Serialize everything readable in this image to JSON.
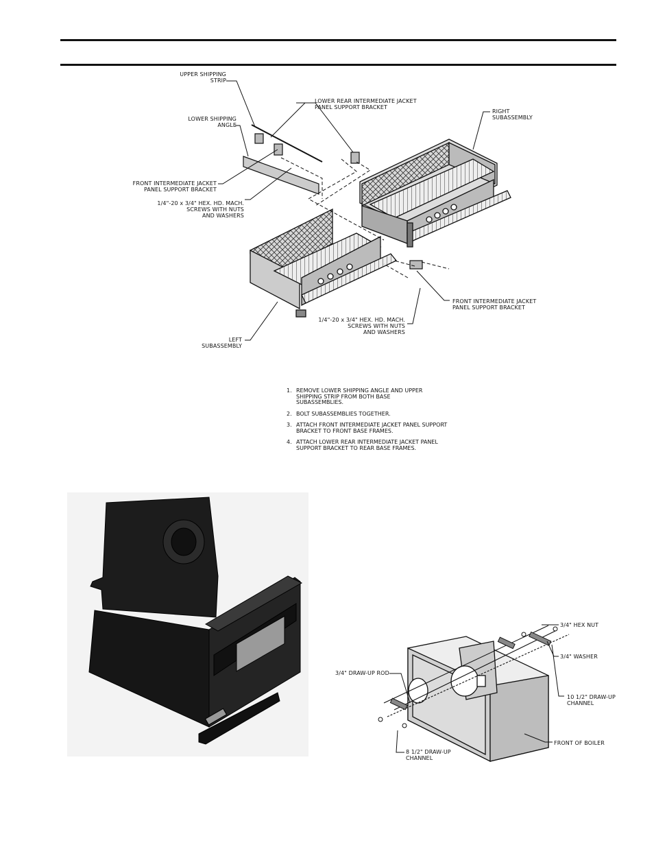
{
  "figure1": {
    "labels": {
      "upper_shipping_strip": "UPPER SHIPPING\nSTRIP",
      "lower_rear_bracket": "LOWER REAR INTERMEDIATE JACKET\nPANEL SUPPORT BRACKET",
      "right_subassembly": "RIGHT\nSUBASSEMBLY",
      "lower_shipping_angle": "LOWER SHIPPING\nANGLE",
      "front_bracket_top": "FRONT INTERMEDIATE JACKET\nPANEL SUPPORT BRACKET",
      "screws_top": "1/4\"-20 x 3/4\" HEX. HD. MACH.\nSCREWS WITH NUTS\nAND WASHERS",
      "front_bracket_bottom": "FRONT INTERMEDIATE JACKET\nPANEL SUPPORT BRACKET",
      "screws_bottom": "1/4\"-20 x 3/4\" HEX. HD. MACH.\nSCREWS WITH NUTS\nAND WASHERS",
      "left_subassembly": "LEFT\nSUBASSEMBLY"
    },
    "steps": [
      {
        "num": "1.",
        "text": "REMOVE LOWER SHIPPING ANGLE AND UPPER\nSHIPPING STRIP FROM BOTH BASE\nSUBASSEMBLIES."
      },
      {
        "num": "2.",
        "text": "BOLT SUBASSEMBLIES TOGETHER."
      },
      {
        "num": "3.",
        "text": "ATTACH FRONT INTERMEDIATE JACKET PANEL SUPPORT\nBRACKET TO FRONT BASE FRAMES."
      },
      {
        "num": "4.",
        "text": "ATTACH LOWER REAR INTERMEDIATE JACKET PANEL\nSUPPORT BRACKET TO REAR BASE FRAMES."
      }
    ]
  },
  "figure2": {
    "labels": {
      "hex_nut": "3/4\" HEX NUT",
      "washer": "3/4\" WASHER",
      "draw_up_rod": "3/4\" DRAW-UP ROD",
      "channel_10": "10 1/2\" DRAW-UP\nCHANNEL",
      "channel_8": "8 1/2\" DRAW-UP\nCHANNEL",
      "front_of_boiler": "FRONT OF BOILER"
    }
  }
}
